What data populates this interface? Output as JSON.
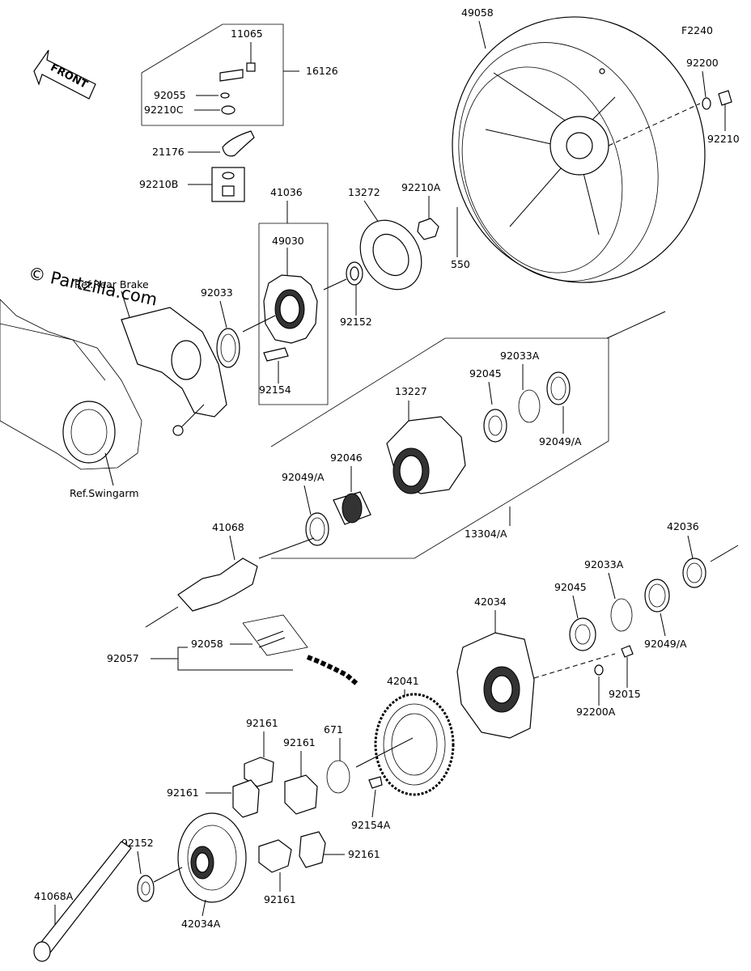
{
  "figure_code": "F2240",
  "front_label": "FRONT",
  "watermark": "© Partzilla.com",
  "references": {
    "rear_brake": "Ref.Rear Brake",
    "swingarm": "Ref.Swingarm"
  },
  "part_labels": {
    "p11065": "11065",
    "p16126": "16126",
    "p92055": "92055",
    "p92210C": "92210C",
    "p21176": "21176",
    "p92210B": "92210B",
    "p49058": "49058",
    "p92200": "92200",
    "p92210": "92210",
    "p41036": "41036",
    "p13272": "13272",
    "p92210A": "92210A",
    "p550": "550",
    "p49030": "49030",
    "p92033": "92033",
    "p92152_top": "92152",
    "p92154": "92154",
    "p92033A_top": "92033A",
    "p92045_top": "92045",
    "p13227": "13227",
    "p92049A_right": "92049/A",
    "p92046": "92046",
    "p92049A_left": "92049/A",
    "p13304A": "13304/A",
    "p41068": "41068",
    "p42036": "42036",
    "p92033A_bot": "92033A",
    "p42034": "42034",
    "p92045_bot": "92045",
    "p92049A_bot": "92049/A",
    "p92058": "92058",
    "p92057": "92057",
    "p42041": "42041",
    "p92015": "92015",
    "p92200A": "92200A",
    "p92161_a": "92161",
    "p92161_b": "92161",
    "p671": "671",
    "p92161_c": "92161",
    "p92154A": "92154A",
    "p92152_bot": "92152",
    "p92161_d": "92161",
    "p92161_e": "92161",
    "p41068A": "41068A",
    "p42034A": "42034A"
  }
}
